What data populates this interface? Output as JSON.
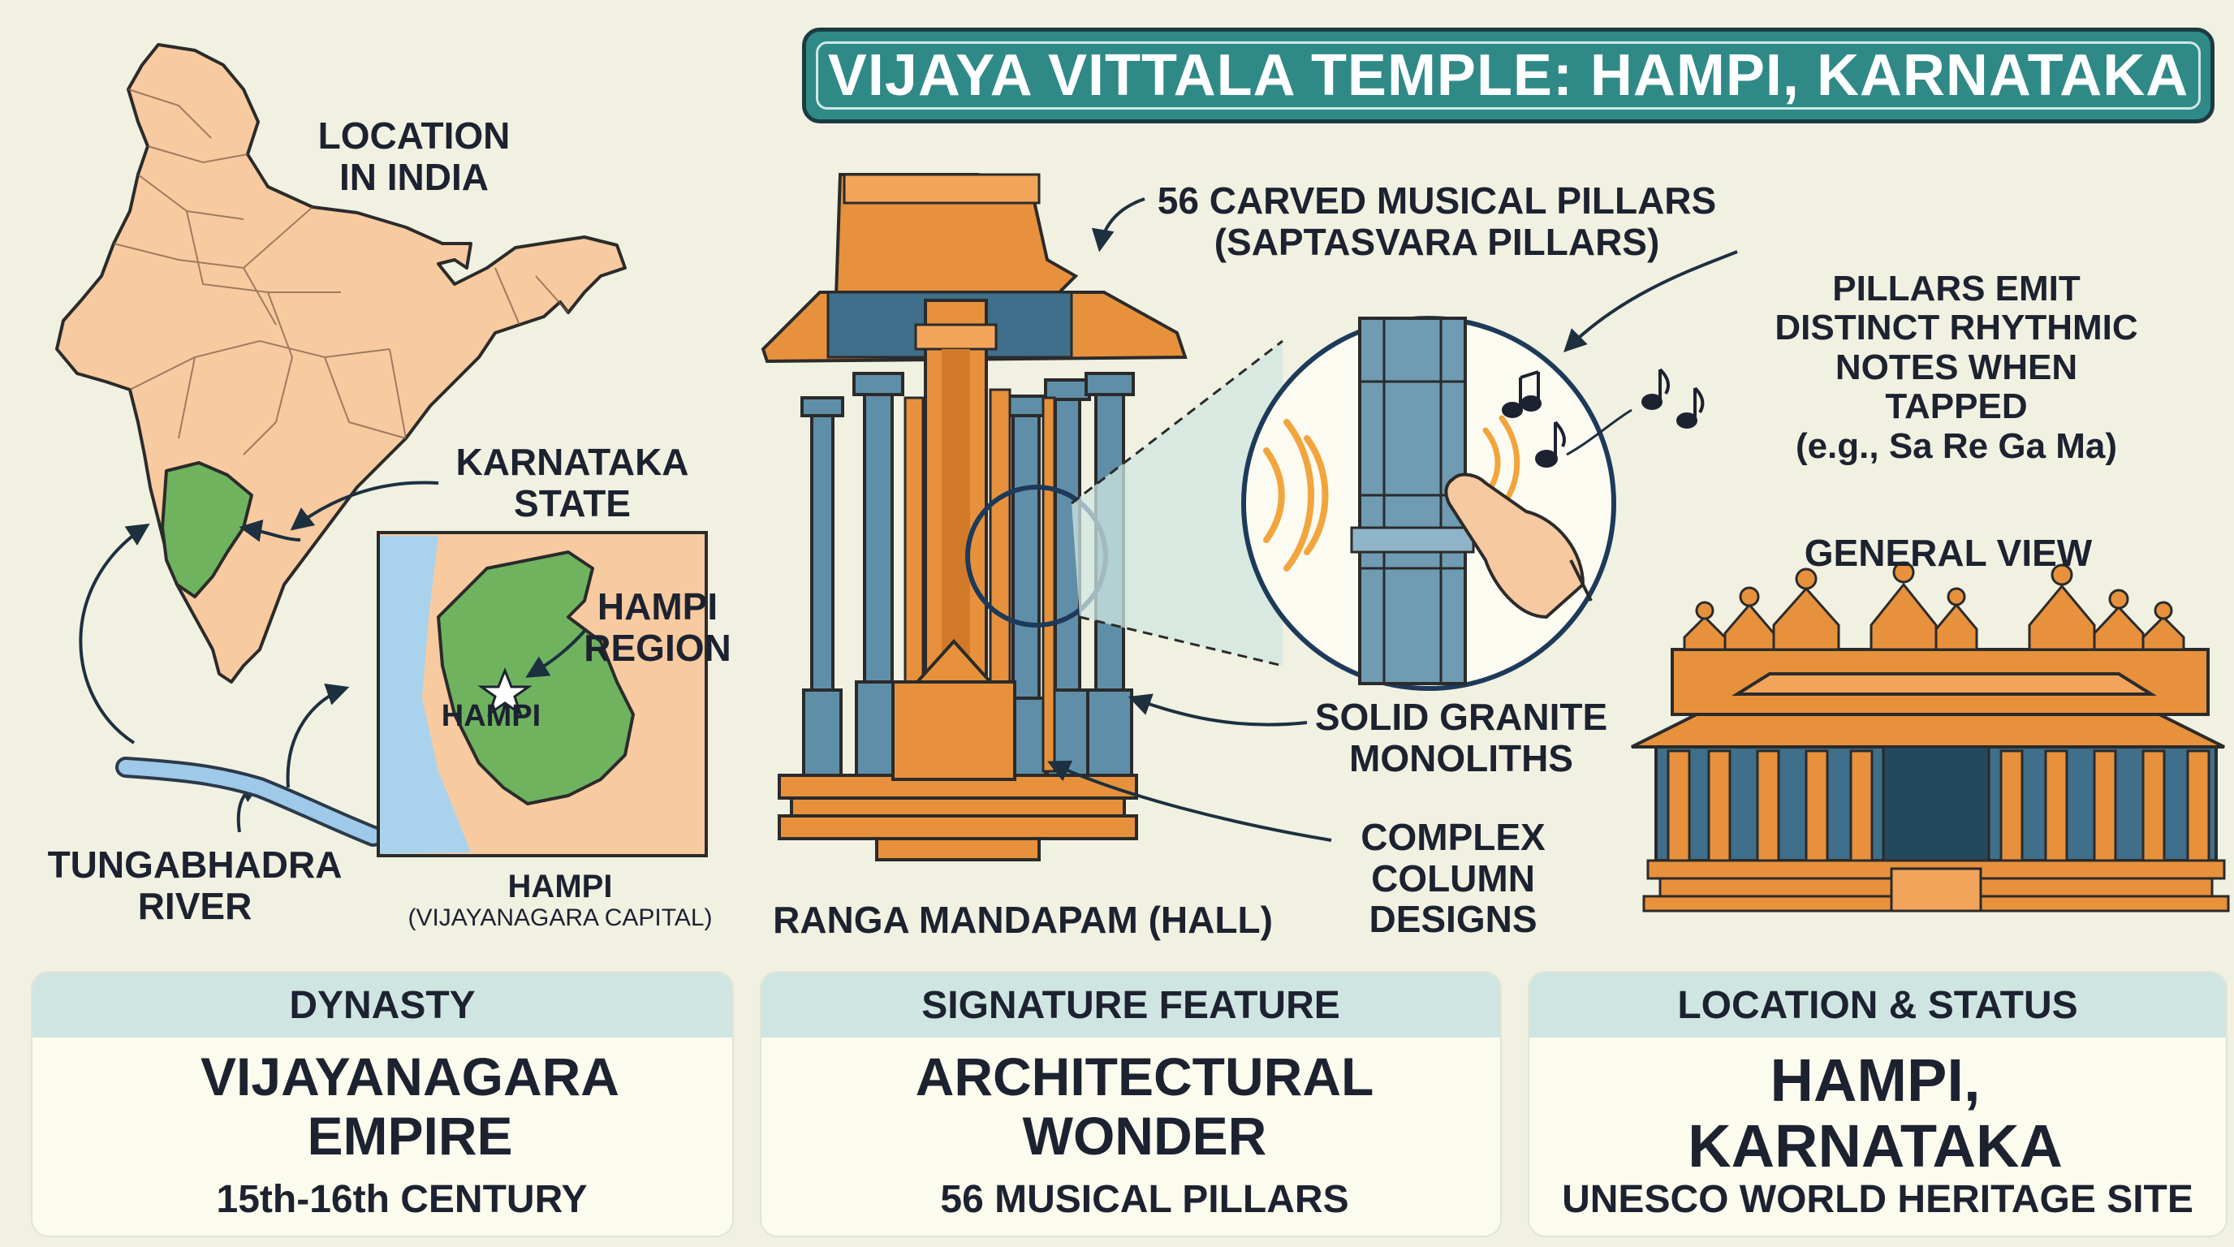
{
  "title": "VIJAYA VITTALA TEMPLE: HAMPI, KARNATAKA",
  "map": {
    "location_label": [
      "LOCATION",
      "IN INDIA"
    ],
    "karnataka_label": [
      "KARNATAKA",
      "STATE"
    ],
    "hampi_region_label": [
      "HAMPI",
      "REGION"
    ],
    "hampi_star_label": "HAMPI",
    "river_label": [
      "TUNGABHADRA",
      "RIVER"
    ],
    "capital_label": "HAMPI",
    "capital_sub": "(VIJAYANAGARA CAPITAL)"
  },
  "temple": {
    "pillars_label": [
      "56 CARVED MUSICAL PILLARS",
      "(SAPTASVARA PILLARS)"
    ],
    "notes_label": [
      "PILLARS EMIT",
      "DISTINCT RHYTHMIC",
      "NOTES WHEN",
      "TAPPED",
      "(e.g., Sa Re Ga Ma)"
    ],
    "granite_label": [
      "SOLID GRANITE",
      "MONOLITHS"
    ],
    "column_label": [
      "COMPLEX",
      "COLUMN",
      "DESIGNS"
    ],
    "mandapam_label": "RANGA MANDAPAM (HALL)",
    "general_view_label": "GENERAL VIEW"
  },
  "cards": [
    {
      "header": "DYNASTY",
      "main": [
        "VIJAYANAGARA",
        "EMPIRE"
      ],
      "sub": "15th-16th CENTURY",
      "icon": "crown-icon"
    },
    {
      "header": "SIGNATURE FEATURE",
      "main": [
        "ARCHITECTURAL",
        "WONDER"
      ],
      "sub": "56 MUSICAL PILLARS",
      "icon": "pillars-icon"
    },
    {
      "header": "LOCATION & STATUS",
      "main": [
        "HAMPI,",
        "KARNATAKA"
      ],
      "sub": "UNESCO WORLD HERITAGE SITE",
      "icon": "checkmark-icon"
    }
  ],
  "colors": {
    "background": "#f1f1e2",
    "teal": "#2f8a87",
    "orange": "#e8913c",
    "pillar_blue": "#5f8fa8",
    "map_peach": "#f8caa0",
    "karnataka_green": "#6fb35f",
    "sea_blue": "#a9d3ec",
    "card_header": "#cfe5e2",
    "check_green": "#3d8a4f",
    "crown_gold": "#f2b13f"
  }
}
